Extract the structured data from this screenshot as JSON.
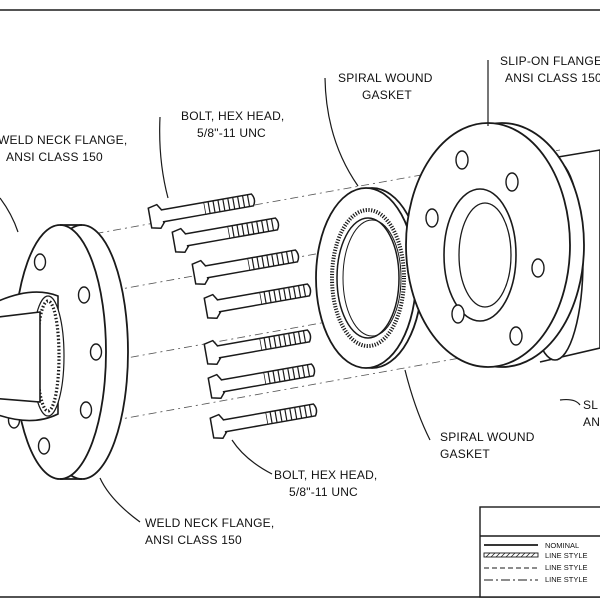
{
  "labels": {
    "weld_neck_top_1": "WELD NECK FLANGE,",
    "weld_neck_top_2": "ANSI CLASS 150",
    "bolt_top_1": "BOLT, HEX HEAD,",
    "bolt_top_2": "5/8\"-11 UNC",
    "gasket_top_1": "SPIRAL WOUND",
    "gasket_top_2": "GASKET",
    "slipon_1": "SLIP-ON FLANGE,",
    "slipon_2": "ANSI CLASS 150",
    "gasket_bottom_1": "SPIRAL WOUND",
    "gasket_bottom_2": "GASKET",
    "bolt_bottom_1": "BOLT, HEX HEAD,",
    "bolt_bottom_2": "5/8\"-11 UNC",
    "weld_neck_bottom_1": "WELD NECK FLANGE,",
    "weld_neck_bottom_2": "ANSI CLASS 150",
    "right_partial_1": "SL",
    "right_partial_2": "AN"
  },
  "legend": {
    "rows": [
      "NOMINAL",
      "LINE STYLE",
      "LINE STYLE",
      "LINE STYLE"
    ]
  },
  "colors": {
    "ink": "#1a1a1a",
    "background": "#ffffff"
  }
}
